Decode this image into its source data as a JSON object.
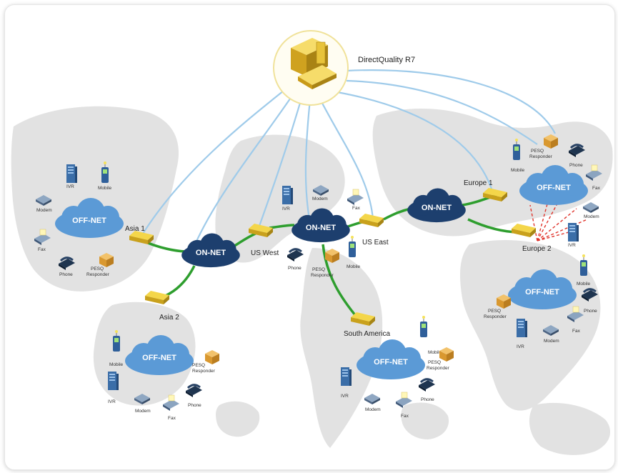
{
  "server": {
    "label": "DirectQuality R7",
    "icon": "server-workstation-icon"
  },
  "on_net": {
    "label": "ON-NET",
    "routers": {
      "asia1": "Asia 1",
      "asia2": "Asia 2",
      "us_west": "US West",
      "us_east": "US East",
      "europe1": "Europe 1",
      "europe2": "Europe 2",
      "south_america": "South America"
    }
  },
  "off_net": {
    "label": "OFF-NET",
    "devices": {
      "ivr": "IVR",
      "mobile": "Mobile",
      "modem": "Modem",
      "fax": "Fax",
      "phone": "Phone",
      "pesq_line1": "PESQ",
      "pesq_line2": "Responder"
    }
  },
  "colors": {
    "cloud_blue": "#5b9ad6",
    "on_net_navy": "#1d3f6e",
    "on_net_link": "#2e9e2e",
    "server_link": "#9fcbea",
    "map": "#e2e2e2",
    "router": "#e8c42a",
    "responder": "#e0a53a",
    "test_call": "#e0332b"
  }
}
